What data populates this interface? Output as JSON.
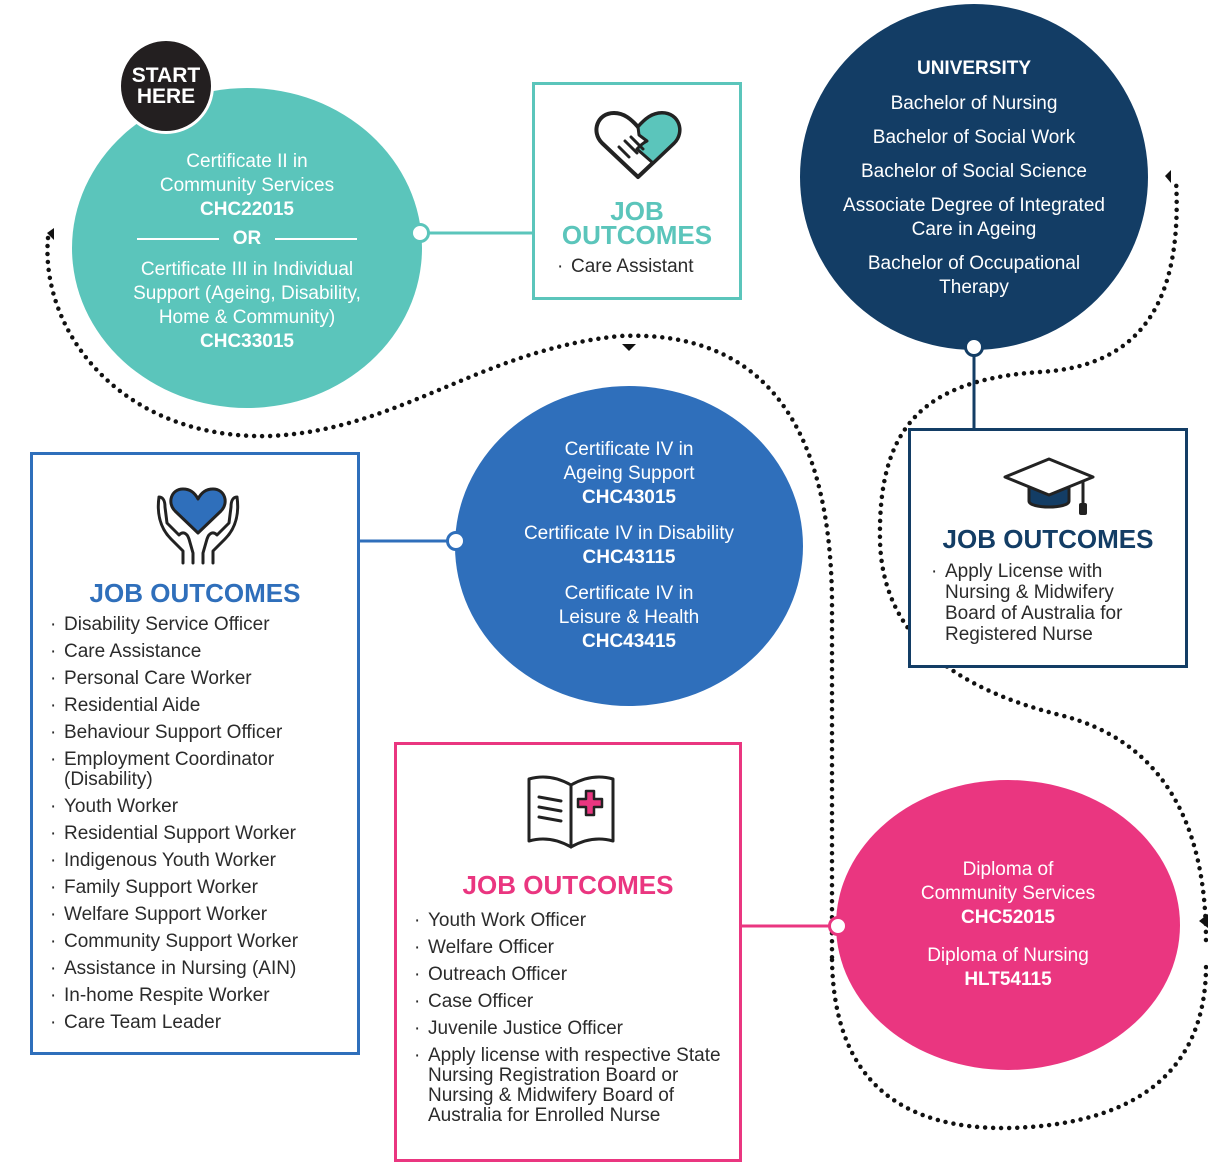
{
  "start_badge": {
    "line1": "START",
    "line2": "HERE"
  },
  "teal_circle": {
    "cert2_line1": "Certificate II in",
    "cert2_line2": "Community Services",
    "cert2_code": "CHC22015",
    "or_label": "OR",
    "cert3_line1": "Certificate III in Individual",
    "cert3_line2": "Support (Ageing, Disability,",
    "cert3_line3": "Home & Community)",
    "cert3_code": "CHC33015"
  },
  "teal_box": {
    "title_line1": "JOB",
    "title_line2": "OUTCOMES",
    "items": [
      "Care Assistant"
    ]
  },
  "university_circle": {
    "heading": "UNIVERSITY",
    "items": [
      "Bachelor of Nursing",
      "Bachelor of Social Work",
      "Bachelor of Social Science",
      "Associate Degree of Integrated",
      "Care in Ageing",
      "Bachelor of Occupational",
      "Therapy"
    ]
  },
  "navy_box": {
    "title": "JOB OUTCOMES",
    "items": [
      "Apply License with",
      "Nursing & Midwifery",
      "Board of Australia for",
      "Registered Nurse"
    ]
  },
  "blue_circle": {
    "a_line1": "Certificate IV in",
    "a_line2": "Ageing Support",
    "a_code": "CHC43015",
    "b_line1": "Certificate IV in Disability",
    "b_code": "CHC43115",
    "c_line1": "Certificate IV in",
    "c_line2": "Leisure & Health",
    "c_code": "CHC43415"
  },
  "blue_box": {
    "title": "JOB OUTCOMES",
    "items": [
      "Disability Service Officer",
      "Care Assistance",
      "Personal Care Worker",
      "Residential Aide",
      "Behaviour Support Officer",
      "Employment Coordinator (Disability)",
      "Youth Worker",
      "Residential Support Worker",
      "Indigenous Youth Worker",
      "Family Support Worker",
      "Welfare Support Worker",
      "Community Support Worker",
      "Assistance in Nursing (AIN)",
      "In-home Respite Worker",
      "Care Team Leader"
    ]
  },
  "pink_circle": {
    "a_line1": "Diploma of",
    "a_line2": "Community Services",
    "a_code": "CHC52015",
    "b_line1": "Diploma of Nursing",
    "b_code": "HLT54115"
  },
  "pink_box": {
    "title": "JOB OUTCOMES",
    "items": [
      "Youth Work Officer",
      "Welfare Officer",
      "Outreach Officer",
      "Case Officer",
      "Juvenile Justice Officer",
      "Apply license with respective State Nursing Registration Board or Nursing & Midwifery Board of Australia for Enrolled Nurse"
    ]
  },
  "bullet": "·",
  "icons": {
    "teal": "handshake-heart-icon",
    "navy": "graduation-cap-icon",
    "blue": "hands-heart-icon",
    "pink": "medical-book-icon"
  },
  "colors": {
    "teal": "#5bc5bb",
    "navy": "#133d65",
    "blue": "#2f6fbb",
    "pink": "#ea3680",
    "badge": "#231f20",
    "text": "#2b2b2b"
  }
}
